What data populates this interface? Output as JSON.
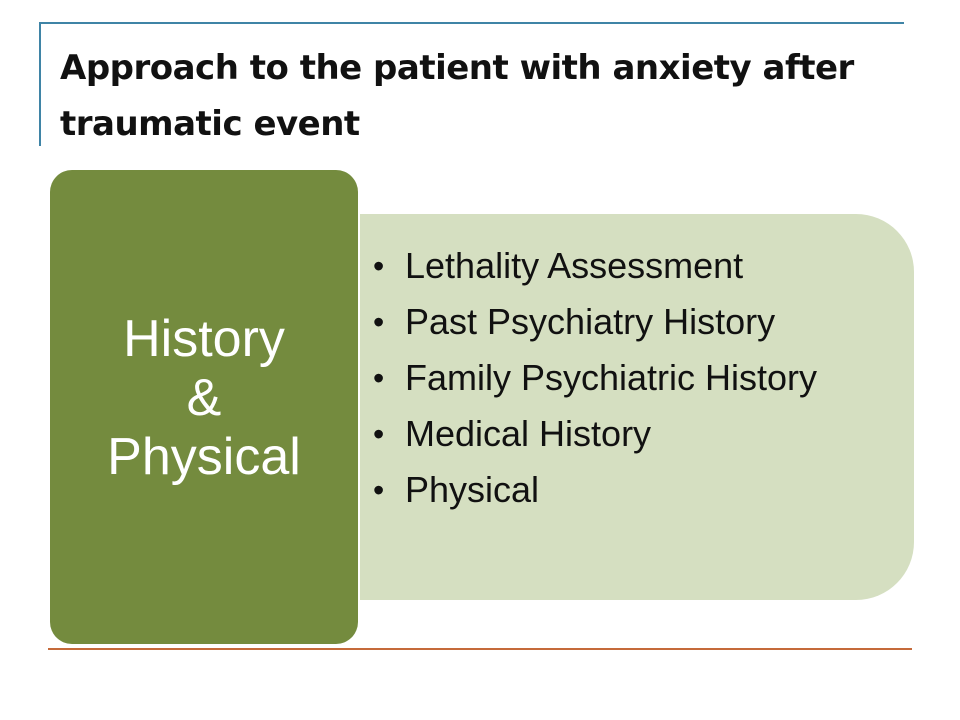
{
  "title": "Approach to the patient with anxiety after traumatic event",
  "category": {
    "label": "History\n&\nPhysical"
  },
  "items": [
    "Lethality Assessment",
    "Past Psychiatry History",
    "Family Psychiatric History",
    "Medical History",
    "Physical"
  ],
  "colors": {
    "accent_blue": "#3f84a6",
    "category_fill": "#748b3e",
    "panel_fill": "#d5dfc1",
    "bottom_rule": "#c56a3a",
    "text": "#111111"
  }
}
